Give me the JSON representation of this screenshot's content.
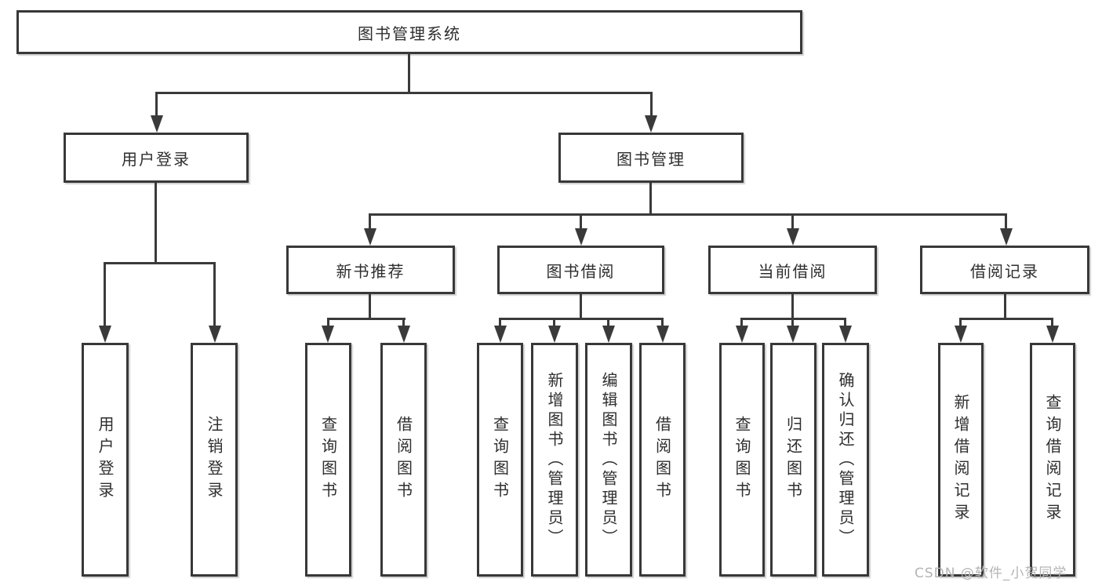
{
  "diagram_title": "图书管理系统",
  "tree": {
    "label": "图书管理系统",
    "children": [
      {
        "label": "用户登录",
        "children": [
          {
            "label": "用户登录"
          },
          {
            "label": "注销登录"
          }
        ]
      },
      {
        "label": "图书管理",
        "children": [
          {
            "label": "新书推荐",
            "children": [
              {
                "label": "查询图书"
              },
              {
                "label": "借阅图书"
              }
            ]
          },
          {
            "label": "图书借阅",
            "children": [
              {
                "label": "查询图书"
              },
              {
                "label": "新增图书（管理员）"
              },
              {
                "label": "编辑图书（管理员）"
              },
              {
                "label": "借阅图书"
              }
            ]
          },
          {
            "label": "当前借阅",
            "children": [
              {
                "label": "查询图书"
              },
              {
                "label": "归还图书"
              },
              {
                "label": "确认归还（管理员）"
              }
            ]
          },
          {
            "label": "借阅记录",
            "children": [
              {
                "label": "新增借阅记录"
              },
              {
                "label": "查询借阅记录"
              }
            ]
          }
        ]
      }
    ]
  },
  "watermark": {
    "text": "CSDN @软件_小贺同学"
  },
  "colors": {
    "line": "#3a3a3a",
    "box_border": "#383838",
    "text": "#2e2e2e",
    "watermark": "#b4b4b4",
    "background": "#ffffff"
  }
}
